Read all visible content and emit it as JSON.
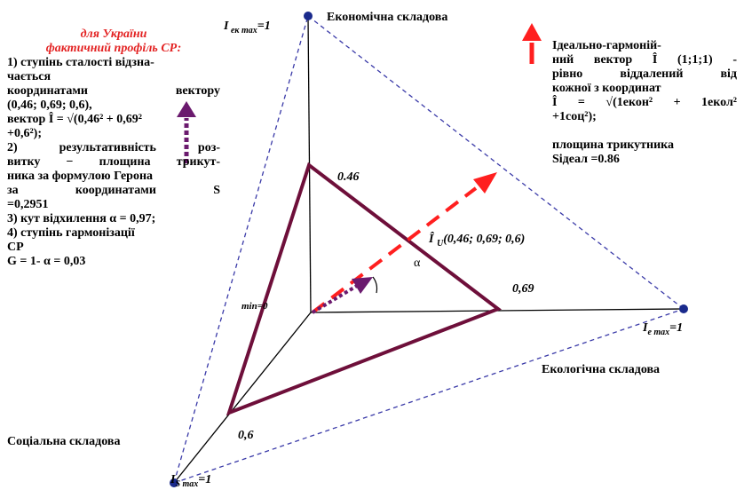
{
  "axes": {
    "economic_label": "Економічна складова",
    "ecological_label": "Екологічна складова",
    "social_label": "Соціальна складова",
    "economic_max_label": "I ек max=1",
    "ecological_max_label": "Ie max=1",
    "social_max_label": "IS max=1",
    "origin_label": "min=0"
  },
  "values": {
    "economic": "0.46",
    "ecological": "0,69",
    "social": "0,6",
    "vector_label": "Î U(0,46; 0,69; 0,6)",
    "angle_symbol": "α"
  },
  "left_panel": {
    "title_line1": "для України",
    "title_line2": "фактичний профіль СР:",
    "lines": [
      "1) ступінь сталості відзна-",
      "чається",
      "координатами вектору",
      "(0,46; 0,69; 0,6),",
      "вектор Î = √(0,46² + 0,69²",
      "+0,6²);",
      "2) результативність роз-",
      "витку − площина трикут-",
      "ника за формулою Герона",
      "за координатами S",
      "=0,2951",
      "3) кут відхилення α = 0,97;",
      "4) ступінь гармонізації",
      "СР",
      "G = 1- α = 0,03"
    ]
  },
  "right_panel": {
    "lines": [
      "Ідеально-гармоній-",
      "ний вектор Î (1;1;1) -",
      "рівно віддалений від",
      "кожної з координат",
      "Î = √(1екон² + 1екол²",
      "+1соц²);",
      "площина трикутника",
      "Sідеал =0.86"
    ]
  },
  "colors": {
    "triangle": "#6e0f3a",
    "ideal_vector": "#ff1f1f",
    "actual_vector": "#6b1a6e",
    "marker": "#1a2a8c",
    "label_red": "#e32222"
  }
}
